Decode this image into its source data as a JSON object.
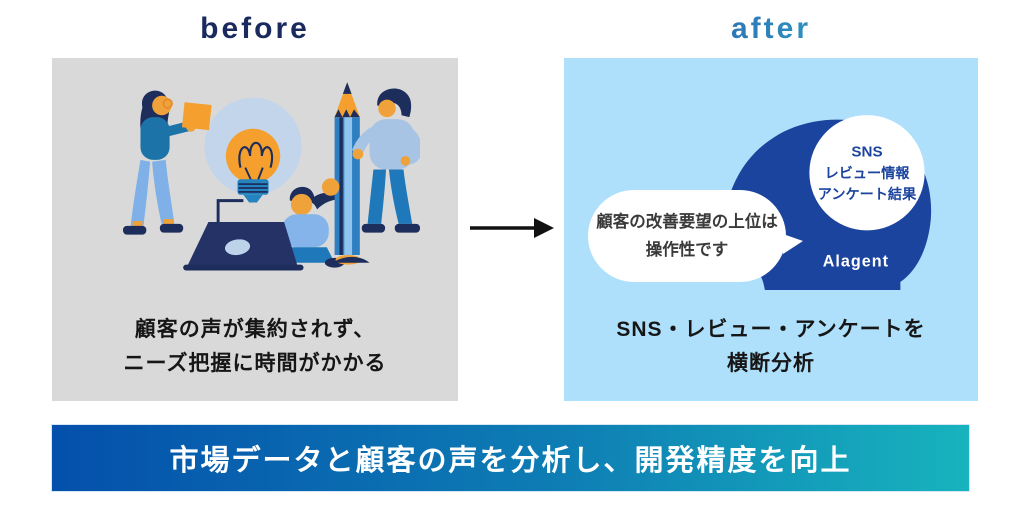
{
  "header": {
    "before_label": "before",
    "after_label": "after"
  },
  "before_panel": {
    "caption_line1": "顧客の声が集約されず、",
    "caption_line2": "ニーズ把握に時間がかかる",
    "illustration": "team-ideation-illustration (three people, lightbulb, giant pencil, laptop)"
  },
  "after_panel": {
    "speech_bubble": {
      "line1": "顧客の改善要望の上位は",
      "line2": "操作性です"
    },
    "head": {
      "brain_line1": "SNS",
      "brain_line2": "レビュー情報",
      "brain_line3": "アンケート結果",
      "label": "Alagent"
    },
    "caption_line1": "SNS・レビュー・アンケートを",
    "caption_line2": "横断分析"
  },
  "banner": {
    "text": "市場データと顧客の声を分析し、開発精度を向上"
  },
  "colors": {
    "before_title": "#1b2a5e",
    "after_title_gradient_start": "#2b5fb0",
    "after_title_gradient_end": "#2fa9c4",
    "before_panel_bg": "#d9d9d9",
    "after_panel_bg": "#aedffb",
    "head_silhouette": "#1b449e",
    "banner_gradient_start": "#0450ab",
    "banner_gradient_end": "#17b3be",
    "illustration_orange": "#f5a02e",
    "illustration_navy": "#1d2d5c",
    "arrow": "#111111"
  }
}
